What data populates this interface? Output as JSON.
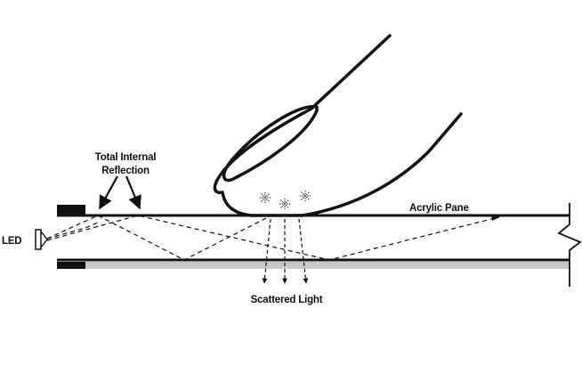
{
  "labels": {
    "tir_line1": "Total Internal",
    "tir_line2": "Reflection",
    "led": "LED",
    "acrylic_pane": "Acrylic Pane",
    "scattered_light": "Scattered Light"
  },
  "colors": {
    "ink": "#111111",
    "bottom_sheet": "#c8c8c8"
  }
}
